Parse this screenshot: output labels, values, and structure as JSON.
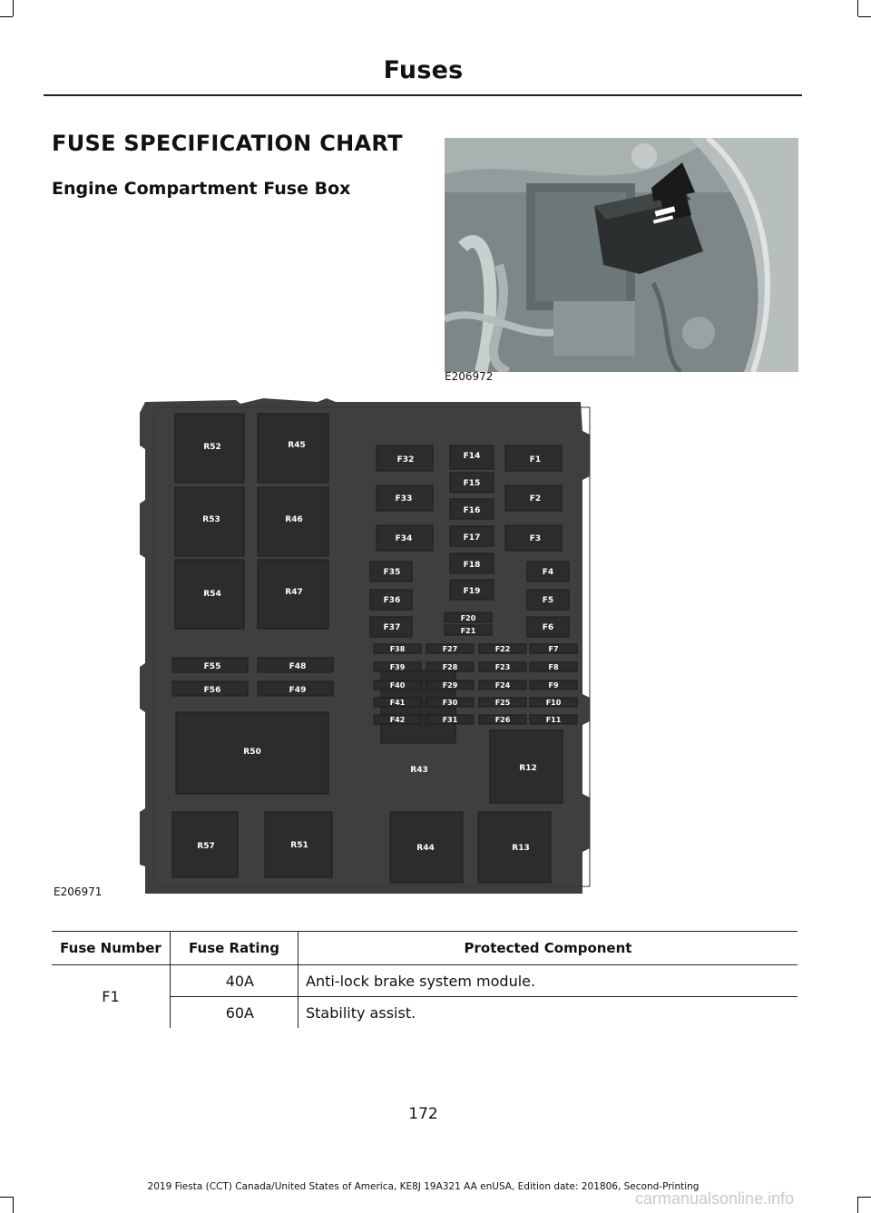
{
  "header": {
    "title": "Fuses"
  },
  "section": {
    "heading": "FUSE SPECIFICATION CHART",
    "subheading": "Engine Compartment Fuse Box"
  },
  "figures": {
    "photo_code": "E206972",
    "diagram_code": "E206971"
  },
  "fusebox": {
    "labels": {
      "R52": "R52",
      "R45": "R45",
      "R53": "R53",
      "R46": "R46",
      "R54": "R54",
      "R47": "R47",
      "F55": "F55",
      "F48": "F48",
      "F56": "F56",
      "F49": "F49",
      "R50": "R50",
      "R57": "R57",
      "R51": "R51",
      "F32": "F32",
      "F14": "F14",
      "F1": "F1",
      "F15": "F15",
      "F33": "F33",
      "F16": "F16",
      "F2": "F2",
      "F34": "F34",
      "F17": "F17",
      "F3": "F3",
      "F18": "F18",
      "F35": "F35",
      "F4": "F4",
      "F19": "F19",
      "F36": "F36",
      "F5": "F5",
      "F20": "F20",
      "F21": "F21",
      "F37": "F37",
      "F6": "F6",
      "F38": "F38",
      "F27": "F27",
      "F22": "F22",
      "F7": "F7",
      "F39": "F39",
      "F28": "F28",
      "F23": "F23",
      "F8": "F8",
      "F40": "F40",
      "F29": "F29",
      "F24": "F24",
      "F9": "F9",
      "F41": "F41",
      "F30": "F30",
      "F25": "F25",
      "F10": "F10",
      "F42": "F42",
      "F31": "F31",
      "F26": "F26",
      "F11": "F11",
      "R43": "R43",
      "R12": "R12",
      "R44": "R44",
      "R13": "R13"
    }
  },
  "table": {
    "headers": [
      "Fuse Number",
      "Fuse Rating",
      "Protected Component"
    ],
    "fuse_number": "F1",
    "rows": [
      {
        "rating": "40A",
        "component": "Anti-lock brake system module."
      },
      {
        "rating": "60A",
        "component": "Stability assist."
      }
    ]
  },
  "page_number": "172",
  "footer": "2019 Fiesta (CCT) Canada/United States of America, KE8J 19A321 AA enUSA, Edition date: 201806, Second-Printing",
  "watermark": "carmanualsonline.info"
}
